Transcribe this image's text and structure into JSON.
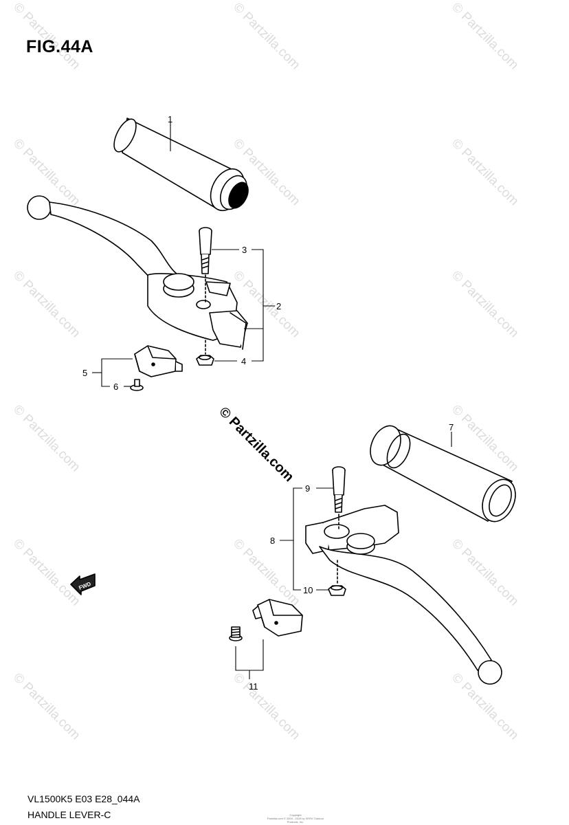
{
  "figure": {
    "title": "FIG.44A",
    "model_code": "VL1500K5 E03 E28_044A",
    "section_name": "HANDLE LEVER-C"
  },
  "callouts": [
    {
      "id": "c1",
      "number": "1"
    },
    {
      "id": "c2",
      "number": "2"
    },
    {
      "id": "c3",
      "number": "3"
    },
    {
      "id": "c4",
      "number": "4"
    },
    {
      "id": "c5",
      "number": "5"
    },
    {
      "id": "c6",
      "number": "6"
    },
    {
      "id": "c7",
      "number": "7"
    },
    {
      "id": "c8",
      "number": "8"
    },
    {
      "id": "c9",
      "number": "9"
    },
    {
      "id": "c10",
      "number": "10"
    },
    {
      "id": "c11",
      "number": "11"
    }
  ],
  "fwd_label": "FWD",
  "watermark": {
    "text": "© Partzilla.com",
    "center_text": "© Partzilla.com"
  },
  "copyright": {
    "line1": "Copyright",
    "line2": "Partzilla.com © 2004 - 2019 by SERV Outdoor Products, Inc."
  }
}
